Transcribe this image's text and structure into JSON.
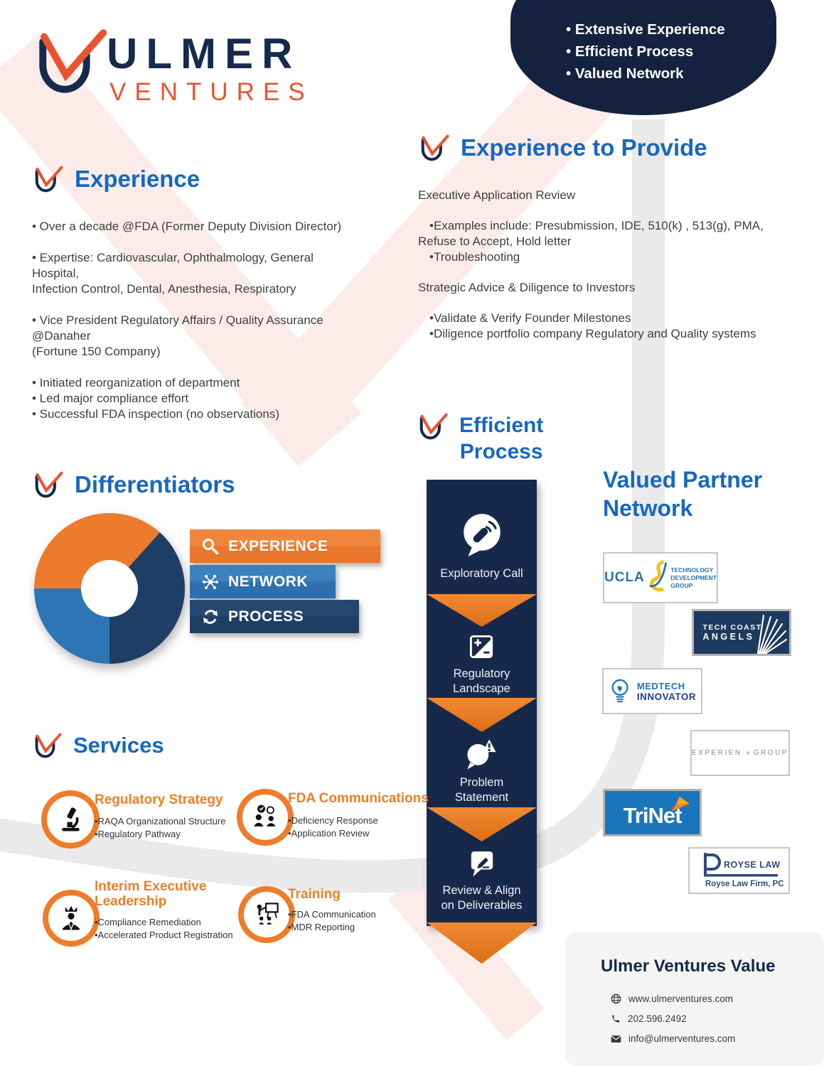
{
  "brand": {
    "primary": "ULMER",
    "secondary": "VENTURES"
  },
  "top_badge": {
    "items": [
      "• Extensive Experience",
      "• Efficient Process",
      "• Valued Network"
    ]
  },
  "experience": {
    "title": "Experience",
    "paragraphs": [
      [
        "• Over a decade  @FDA (Former Deputy Division Director)"
      ],
      [
        "• Expertise: Cardiovascular, Ophthalmology, General",
        "Hospital,",
        "Infection Control, Dental, Anesthesia, Respiratory"
      ],
      [
        "• Vice President Regulatory Affairs / Quality Assurance",
        "@Danaher",
        "(Fortune 150 Company)"
      ],
      [
        "• Initiated  reorganization of department",
        "• Led major compliance effort",
        "• Successful FDA inspection (no observations)"
      ]
    ]
  },
  "experience_to_provide": {
    "title": "Experience to Provide",
    "groups": [
      {
        "heading": "Executive Application Review",
        "lines": [
          "•Examples include: Presubmission, IDE, 510(k) , 513(g), PMA,",
          "Refuse to Accept, Hold letter",
          "•Troubleshooting"
        ]
      },
      {
        "heading": "Strategic Advice & Diligence to Investors",
        "lines": [
          "•Validate & Verify Founder Milestones",
          "•Diligence portfolio company Regulatory and Quality systems"
        ]
      }
    ]
  },
  "differentiators": {
    "title": "Differentiators",
    "bars": [
      {
        "label": "EXPERIENCE"
      },
      {
        "label": "NETWORK"
      },
      {
        "label": "PROCESS"
      }
    ]
  },
  "efficient_process": {
    "title_lines": [
      "Efficient",
      "Process"
    ],
    "steps": [
      {
        "lines": [
          "Exploratory Call"
        ]
      },
      {
        "lines": [
          "Regulatory",
          "Landscape"
        ]
      },
      {
        "lines": [
          "Problem",
          "Statement"
        ]
      },
      {
        "lines": [
          "Review & Align",
          "on Deliverables"
        ]
      }
    ]
  },
  "valued_partner_network": {
    "title_lines": [
      "Valued Partner",
      "Network"
    ],
    "partners": [
      {
        "name": "UCLA Technology Development Group",
        "wordmark": "UCLA",
        "lines": [
          "TECHNOLOGY",
          "DEVELOPMENT",
          "GROUP"
        ]
      },
      {
        "name": "Tech Coast Angels",
        "lines": [
          "TECH COAST",
          "ANGELS"
        ]
      },
      {
        "name": "MedTech Innovator",
        "lines": [
          "MEDTECH",
          "INNOVATOR"
        ]
      },
      {
        "name": "Experien Group",
        "lines": [
          "EXPERIEN",
          "GROUP"
        ]
      },
      {
        "name": "TriNet",
        "wordmark": "TriNet"
      },
      {
        "name": "Royse Law Firm",
        "lines": [
          "ROYSE LAW",
          "Royse Law Firm, PC"
        ]
      }
    ]
  },
  "services": {
    "title": "Services",
    "items": [
      {
        "title_lines": [
          "Regulatory Strategy"
        ],
        "bullets": [
          "•RAQA Organizational Structure",
          "•Regulatory Pathway"
        ]
      },
      {
        "title_lines": [
          "FDA Communications"
        ],
        "bullets": [
          "•Deficiency Response",
          "•Application Review"
        ]
      },
      {
        "title_lines": [
          "Interim Executive",
          "Leadership"
        ],
        "bullets": [
          "•Compliance Remediation",
          "•Accelerated Product Registration"
        ]
      },
      {
        "title_lines": [
          "Training"
        ],
        "bullets": [
          "•FDA Communication",
          "•MDR Reporting"
        ]
      }
    ]
  },
  "value_card": {
    "title": "Ulmer Ventures Value",
    "website": "www.ulmerventures.com",
    "phone": "202.596.2492",
    "email": "info@ulmerventures.com"
  },
  "chart_data": {
    "type": "pie",
    "title": "Differentiators",
    "slices": [
      {
        "label": "EXPERIENCE",
        "color": "#EC7B2D",
        "percent": 36
      },
      {
        "label": "PROCESS",
        "color": "#1F3E66",
        "percent": 39
      },
      {
        "label": "NETWORK",
        "color": "#2E75B6",
        "percent": 25
      }
    ],
    "legend_bars": [
      {
        "label": "EXPERIENCE",
        "color": "#EC7B2D",
        "relative_length": 1.0
      },
      {
        "label": "NETWORK",
        "color": "#2E75B6",
        "relative_length": 0.76
      },
      {
        "label": "PROCESS",
        "color": "#1F3E66",
        "relative_length": 0.87
      }
    ],
    "legend_position": "right",
    "donut": true
  },
  "colors": {
    "navy": "#152A4E",
    "badge_navy": "#14223F",
    "header_blue": "#1767C2",
    "orange": "#EC7B2D",
    "accent_red": "#E8542F",
    "bar_blue": "#2E75B6",
    "bar_navy": "#1F3E66",
    "body_text": "#3F3F3F"
  }
}
